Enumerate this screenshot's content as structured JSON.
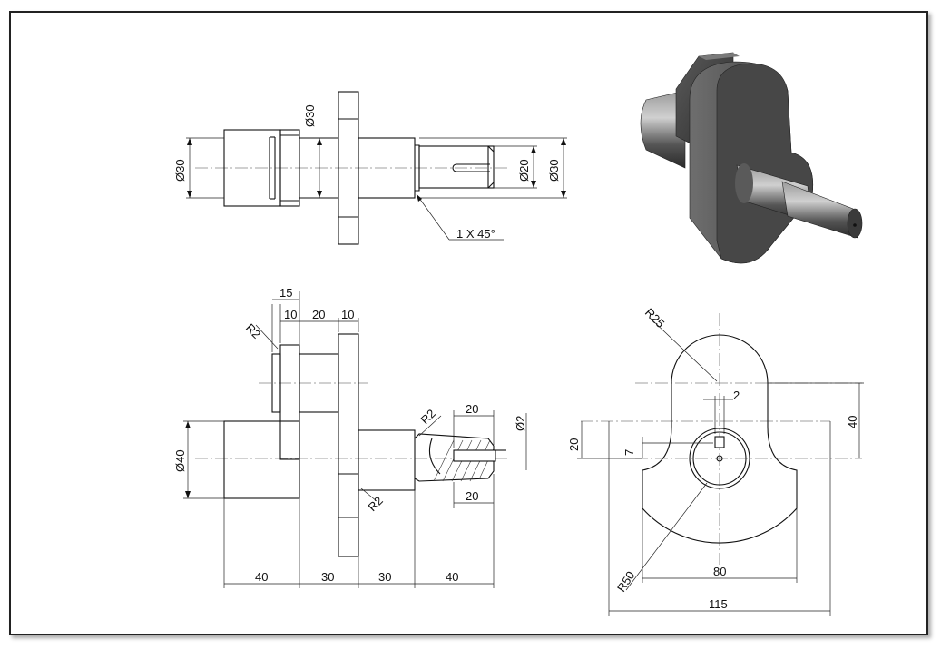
{
  "sheet": {
    "border_color": "#222222"
  },
  "top_view": {
    "dia_left": "Ø30",
    "dia_flange": "Ø30",
    "dia_shaft": "Ø20",
    "dia_shaft_outer": "Ø30",
    "chamfer": "1 X 45°"
  },
  "front_view": {
    "d15": "15",
    "d10a": "10",
    "d20": "20",
    "d10b": "10",
    "r2_top": "R2",
    "dia40": "Ø40",
    "r2_shaft": "R2",
    "r2_bottom": "R2",
    "key_len_top": "20",
    "key_len_bottom": "20",
    "dia2": "Ø2",
    "b40a": "40",
    "b30a": "30",
    "b30b": "30",
    "b40b": "40"
  },
  "side_view": {
    "r25": "R25",
    "d2": "2",
    "d20": "20",
    "d7": "7",
    "d40": "40",
    "r50": "R50",
    "d80": "80",
    "d115": "115"
  },
  "iso_view": {
    "shade_dark": "#3a3a3a",
    "shade_mid": "#6b6b6b",
    "shade_light": "#a8a8a8"
  }
}
